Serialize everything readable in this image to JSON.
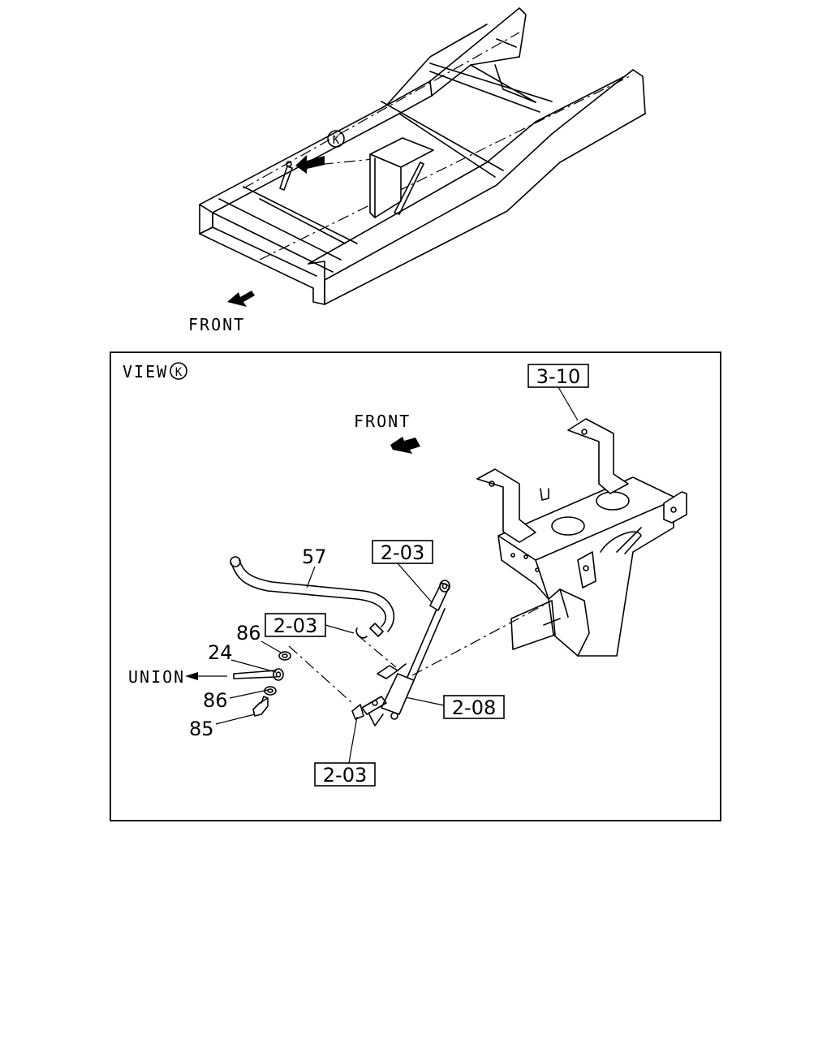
{
  "top_view": {
    "front_label": "FRONT",
    "view_marker": "K"
  },
  "detail_view": {
    "title_prefix": "VIEW",
    "view_marker": "K",
    "front_label": "FRONT",
    "union_label": "UNION",
    "boxed_refs": [
      "3-10",
      "2-03",
      "2-03",
      "2-08",
      "2-03"
    ],
    "part_numbers": [
      "57",
      "86",
      "24",
      "86",
      "85"
    ]
  }
}
